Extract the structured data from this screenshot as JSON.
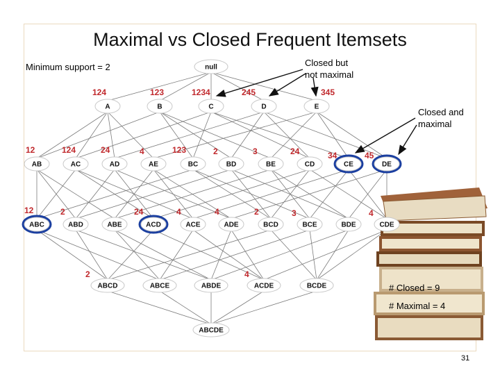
{
  "title": "Maximal vs Closed Frequent Itemsets",
  "min_support_label": "Minimum support = 2",
  "annotation_closed_not_maximal": [
    "Closed but",
    "not maximal"
  ],
  "annotation_closed_and_maximal": [
    "Closed and",
    "maximal"
  ],
  "closed_count_label": "# Closed = 9",
  "maximal_count_label": "# Maximal = 4",
  "page_number": "31",
  "colors": {
    "tid_text": "#c0282c",
    "highlight_ring": "#1b3fa0",
    "edge": "#7a7a7a"
  },
  "nodes": [
    {
      "id": "null",
      "label": "null",
      "tids": ""
    },
    {
      "id": "A",
      "label": "A",
      "tids": "124"
    },
    {
      "id": "B",
      "label": "B",
      "tids": "123"
    },
    {
      "id": "C",
      "label": "C",
      "tids": "1234"
    },
    {
      "id": "D",
      "label": "D",
      "tids": "245"
    },
    {
      "id": "E",
      "label": "E",
      "tids": "345"
    },
    {
      "id": "AB",
      "label": "AB",
      "tids": "12"
    },
    {
      "id": "AC",
      "label": "AC",
      "tids": "124"
    },
    {
      "id": "AD",
      "label": "AD",
      "tids": "24"
    },
    {
      "id": "AE",
      "label": "AE",
      "tids": "4"
    },
    {
      "id": "BC",
      "label": "BC",
      "tids": "123"
    },
    {
      "id": "BD",
      "label": "BD",
      "tids": "2"
    },
    {
      "id": "BE",
      "label": "BE",
      "tids": "3"
    },
    {
      "id": "CD",
      "label": "CD",
      "tids": "24"
    },
    {
      "id": "CE",
      "label": "CE",
      "tids": "34",
      "highlight": true
    },
    {
      "id": "DE",
      "label": "DE",
      "tids": "45",
      "highlight": true
    },
    {
      "id": "ABC",
      "label": "ABC",
      "tids": "12",
      "highlight": true
    },
    {
      "id": "ABD",
      "label": "ABD",
      "tids": "2"
    },
    {
      "id": "ABE",
      "label": "ABE",
      "tids": ""
    },
    {
      "id": "ACD",
      "label": "ACD",
      "tids": "24",
      "highlight": true
    },
    {
      "id": "ACE",
      "label": "ACE",
      "tids": "4"
    },
    {
      "id": "ADE",
      "label": "ADE",
      "tids": "4"
    },
    {
      "id": "BCD",
      "label": "BCD",
      "tids": "2"
    },
    {
      "id": "BCE",
      "label": "BCE",
      "tids": "3"
    },
    {
      "id": "BDE",
      "label": "BDE",
      "tids": ""
    },
    {
      "id": "CDE",
      "label": "CDE",
      "tids": "4"
    },
    {
      "id": "ABCD",
      "label": "ABCD",
      "tids": "2"
    },
    {
      "id": "ABCE",
      "label": "ABCE",
      "tids": ""
    },
    {
      "id": "ABDE",
      "label": "ABDE",
      "tids": ""
    },
    {
      "id": "ACDE",
      "label": "ACDE",
      "tids": "4"
    },
    {
      "id": "BCDE",
      "label": "BCDE",
      "tids": ""
    },
    {
      "id": "ABCDE",
      "label": "ABCDE",
      "tids": ""
    }
  ]
}
